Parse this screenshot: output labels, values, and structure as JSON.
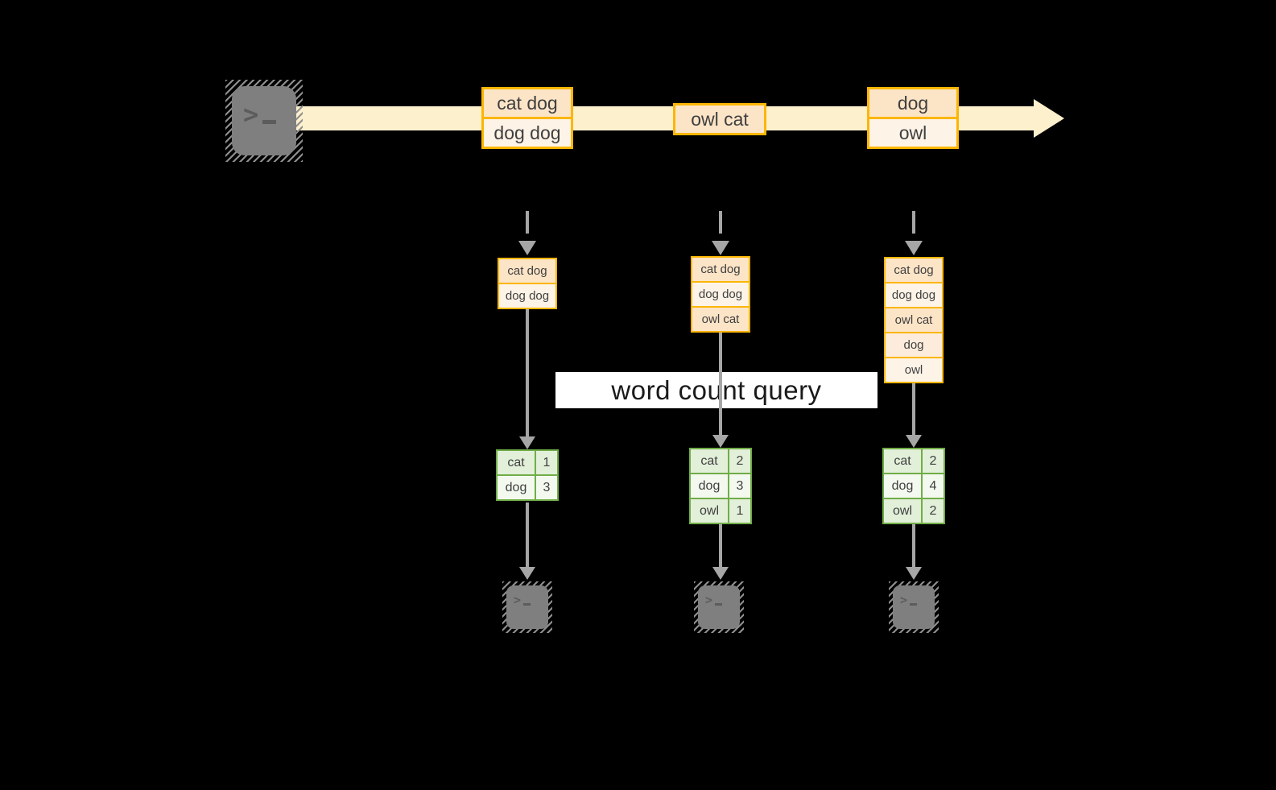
{
  "query_label": "word count query",
  "colors": {
    "background": "#000000",
    "stream_band": "#fdf0cd",
    "batch_border": "#fcb600",
    "batch_fill_dark": "#fce4c7",
    "batch_fill_light": "#fdf3e7",
    "table_border": "#70ad47",
    "table_fill_dark": "#e2efd9",
    "table_fill_light": "#f3f9ef",
    "arrow_gray": "#a6a6a6",
    "terminal_gray": "#7f7f7f"
  },
  "stream": {
    "source_icon": "terminal-icon",
    "batches": [
      {
        "rows": [
          "cat dog",
          "dog dog"
        ]
      },
      {
        "rows": [
          "owl cat"
        ]
      },
      {
        "rows": [
          "dog",
          "owl"
        ]
      }
    ]
  },
  "micro_batches": [
    {
      "input_rows": [
        "cat dog",
        "dog dog"
      ],
      "counts": [
        [
          "cat",
          "1"
        ],
        [
          "dog",
          "3"
        ]
      ]
    },
    {
      "input_rows": [
        "cat dog",
        "dog dog",
        "owl cat"
      ],
      "counts": [
        [
          "cat",
          "2"
        ],
        [
          "dog",
          "3"
        ],
        [
          "owl",
          "1"
        ]
      ]
    },
    {
      "input_rows": [
        "cat dog",
        "dog dog",
        "owl cat",
        "dog",
        "owl"
      ],
      "counts": [
        [
          "cat",
          "2"
        ],
        [
          "dog",
          "4"
        ],
        [
          "owl",
          "2"
        ]
      ]
    }
  ]
}
